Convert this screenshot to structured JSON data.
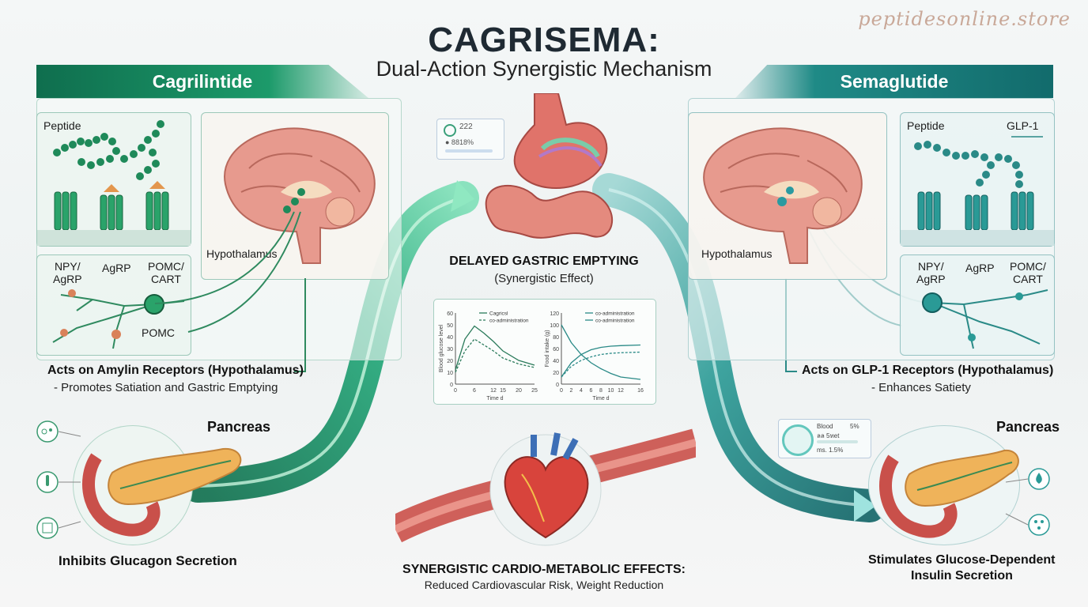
{
  "header": {
    "title": "CAGRISEMA:",
    "subtitle": "Dual-Action Synergistic Mechanism",
    "watermark": "peptidesonline.store"
  },
  "left": {
    "banner": "Cagrilintide",
    "peptide_label": "Peptide",
    "neuron_labels": {
      "npy": "NPY/\nAgRP",
      "agrp": "AgRP",
      "pomc_cart": "POMC/\nCART",
      "pomc": "POMC"
    },
    "hypothalamus_label": "Hypothalamus",
    "receptor_caption": "Acts on Amylin Receptors (Hypothalamus)",
    "receptor_sub": "- Promotes Satiation and Gastric Emptying",
    "pancreas_label": "Pancreas",
    "pancreas_caption": "Inhibits Glucagon Secretion",
    "color": "#1c9a6a"
  },
  "right": {
    "banner": "Semaglutide",
    "peptide_label": "Peptide",
    "glp_label": "GLP-1",
    "neuron_labels": {
      "npy": "NPY/\nAgRP",
      "agrp": "AgRP",
      "pomc_cart": "POMC/\nCART"
    },
    "hypothalamus_label": "Hypothalamus",
    "receptor_caption": "Acts on GLP-1 Receptors (Hypothalamus)",
    "receptor_sub": "- Enhances Satiety",
    "pancreas_label": "Pancreas",
    "pancreas_caption_1": "Stimulates Glucose-Dependent",
    "pancreas_caption_2": "Insulin Secretion",
    "blood_widget": {
      "line1": "Blood",
      "line2": "ลล 5ทet",
      "line3": "ms.   1.5%",
      "pct": "5%"
    },
    "color": "#1f8a86"
  },
  "center": {
    "stomach_widget": {
      "line1": "222",
      "line2": "● 8818%"
    },
    "gastric_caption": "DELAYED GASTRIC EMPTYING",
    "gastric_sub": "(Synergistic Effect)",
    "cardio_caption": "SYNERGISTIC CARDIO-METABOLIC EFFECTS:",
    "cardio_sub": "Reduced Cardiovascular Risk, Weight Reduction"
  },
  "chart_data": [
    {
      "type": "line",
      "ylabel": "Blood glucose level",
      "xlabel": "Time d",
      "x_ticks": [
        0,
        6,
        12,
        15,
        20,
        25
      ],
      "y_ticks": [
        0,
        10,
        20,
        30,
        40,
        50,
        60
      ],
      "xlim": [
        0,
        25
      ],
      "ylim": [
        0,
        60
      ],
      "series": [
        {
          "name": "Cagricsl",
          "style": "solid",
          "x": [
            0,
            3,
            6,
            9,
            12,
            15,
            20,
            25
          ],
          "y": [
            12,
            38,
            49,
            43,
            36,
            28,
            20,
            16
          ]
        },
        {
          "name": "co-administration",
          "style": "dashed",
          "x": [
            0,
            3,
            6,
            9,
            12,
            15,
            20,
            25
          ],
          "y": [
            10,
            28,
            38,
            33,
            28,
            22,
            17,
            14
          ]
        }
      ]
    },
    {
      "type": "line",
      "ylabel": "Food intake (g)",
      "xlabel": "Time d",
      "x_ticks": [
        0,
        2,
        4,
        6,
        8,
        10,
        12,
        16
      ],
      "y_ticks": [
        0,
        20,
        40,
        60,
        80,
        100,
        120
      ],
      "xlim": [
        0,
        16
      ],
      "ylim": [
        0,
        120
      ],
      "series": [
        {
          "name": "co-administration",
          "style": "solid",
          "x": [
            0,
            2,
            4,
            6,
            8,
            10,
            12,
            16
          ],
          "y": [
            100,
            70,
            50,
            36,
            26,
            18,
            12,
            8
          ]
        },
        {
          "name": "co-administration",
          "style": "solid",
          "x": [
            0,
            2,
            4,
            6,
            8,
            10,
            12,
            16
          ],
          "y": [
            12,
            36,
            50,
            58,
            62,
            64,
            65,
            66
          ]
        },
        {
          "name": "",
          "style": "dashed",
          "x": [
            0,
            2,
            4,
            6,
            8,
            10,
            12,
            16
          ],
          "y": [
            12,
            30,
            40,
            46,
            50,
            52,
            53,
            54
          ]
        }
      ]
    }
  ]
}
